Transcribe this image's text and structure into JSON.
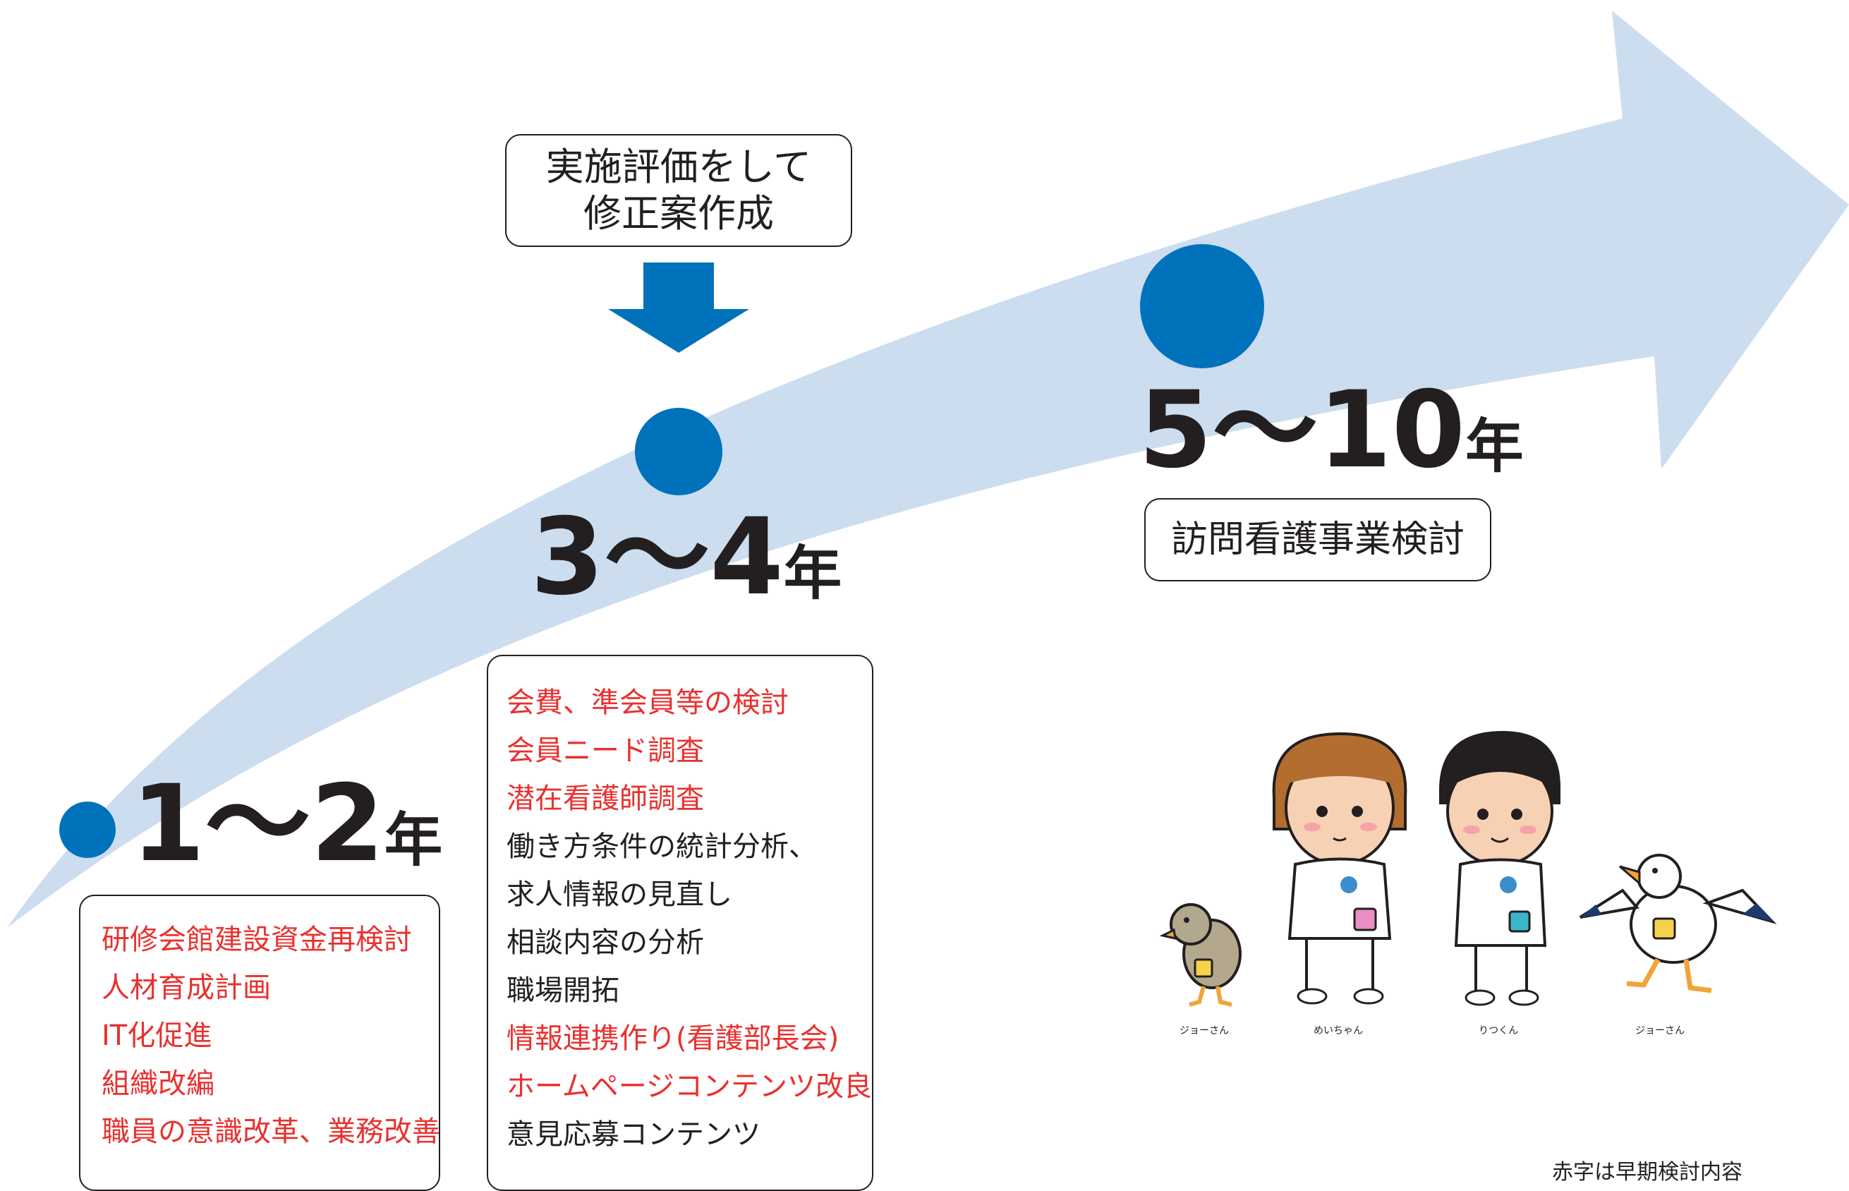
{
  "colors": {
    "arrow": "#ccddef",
    "dot": "#0072bc",
    "red_text": "#e8312f",
    "black_text": "#231f20"
  },
  "review_box": {
    "line1": "実施評価をして",
    "line2": "修正案作成"
  },
  "periods": [
    {
      "label": "1～2",
      "unit": "年"
    },
    {
      "label": "3～4",
      "unit": "年"
    },
    {
      "label": "5～10",
      "unit": "年"
    }
  ],
  "box_1_2": [
    {
      "text": "研修会館建設資金再検討",
      "color": "red"
    },
    {
      "text": "人材育成計画",
      "color": "red"
    },
    {
      "text": "IT化促進",
      "color": "red"
    },
    {
      "text": "組織改編",
      "color": "red"
    },
    {
      "text": "職員の意識改革、業務改善",
      "color": "red"
    }
  ],
  "box_3_4": [
    {
      "text": "会費、準会員等の検討",
      "color": "red"
    },
    {
      "text": "会員ニード調査",
      "color": "red"
    },
    {
      "text": "潜在看護師調査",
      "color": "red"
    },
    {
      "text": "働き方条件の統計分析、",
      "color": "black"
    },
    {
      "text": "求人情報の見直し",
      "color": "black"
    },
    {
      "text": "相談内容の分析",
      "color": "black"
    },
    {
      "text": "職場開拓",
      "color": "black"
    },
    {
      "text": "情報連携作り(看護部長会)",
      "color": "red"
    },
    {
      "text": "ホームページコンテンツ改良",
      "color": "red"
    },
    {
      "text": "意見応募コンテンツ",
      "color": "black"
    }
  ],
  "box_5_10": {
    "text": "訪問看護事業検討"
  },
  "characters": [
    {
      "name": "ジョーさん",
      "icon": "duckling-icon"
    },
    {
      "name": "めいちゃん",
      "icon": "girl-nurse-icon"
    },
    {
      "name": "りつくん",
      "icon": "boy-nurse-icon"
    },
    {
      "name": "ジョーさん",
      "icon": "seagull-icon"
    }
  ],
  "note": "赤字は早期検討内容"
}
